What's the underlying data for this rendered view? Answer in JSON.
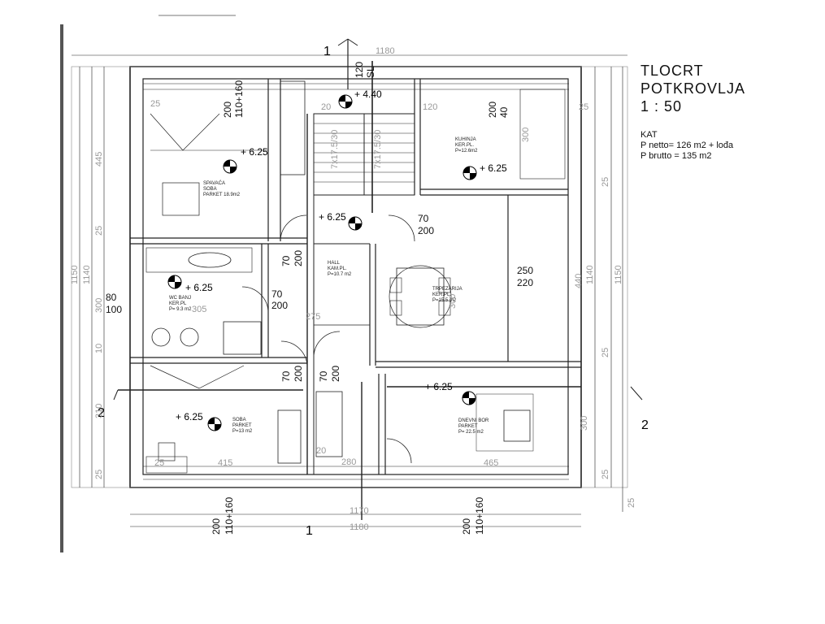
{
  "title": {
    "line1": "TLOCRT",
    "line2": "POTKROVLJA",
    "scale": "1 : 50"
  },
  "info": {
    "kat": "KAT",
    "netto": "P netto= 126 m2 + lođa",
    "brutto": "P brutto = 135 m2"
  },
  "levels": {
    "main": "+ 6.25",
    "stair_top": "+ 4.40"
  },
  "rooms": {
    "spavaca": {
      "name": "SPAVAĆA",
      "name2": "SOBA",
      "info": "PARKET 18.9m2"
    },
    "kuhinja": {
      "name": "KUHINJA",
      "floor": "KER.PL.",
      "area": "P=12.6m2"
    },
    "hall": {
      "name": "HALL",
      "floor": "KAM.PL.",
      "area": "P=10.7 m2"
    },
    "wc": {
      "name": "WC BANJ",
      "floor": "KER.PL",
      "area": "P= 9.3 m2"
    },
    "trpezarija": {
      "name": "TRPEZARIJA",
      "floor": "KER.PL.",
      "area": "P=15.5 m2"
    },
    "soba": {
      "name": "SOBA",
      "floor": "PARKET",
      "area": "P=13 m2"
    },
    "dnevni": {
      "name": "DNEVNI BOR",
      "floor": "PARKET",
      "area": "P= 22.5 m2"
    }
  },
  "sections": {
    "one": "1",
    "two": "2"
  },
  "dimensions": {
    "top_overall": "1180",
    "bottom_inner": "1170",
    "bottom_overall": "1180",
    "left_overall": "1150",
    "left_inner": "1140",
    "right_inner": "1140",
    "right_overall": "1150",
    "left_445": "445",
    "left_25": "25",
    "left_300": "300",
    "left_10": "10",
    "left_310": "310",
    "left_25b": "25",
    "right_300": "300",
    "right_25": "25",
    "right_440": "440",
    "right_25b": "25",
    "right_300b": "300",
    "right_25c": "25",
    "right_25d": "25",
    "win_200": "200",
    "win_110_160": "110+160",
    "win_80": "80",
    "win_100": "100",
    "door_70": "70",
    "door_200": "200",
    "opening_250": "250",
    "opening_220": "220",
    "trp_300": "300",
    "hall_275": "275",
    "wc_305": "305",
    "soba_415": "415",
    "dnevni_465": "465",
    "stair_20": "20",
    "stair_120": "120",
    "stair_sl": "SL",
    "stair_280": "280",
    "stair_7x": "7x17.5/30",
    "w_25": "25",
    "w_40": "40",
    "w_120": "120",
    "w_20": "20"
  }
}
